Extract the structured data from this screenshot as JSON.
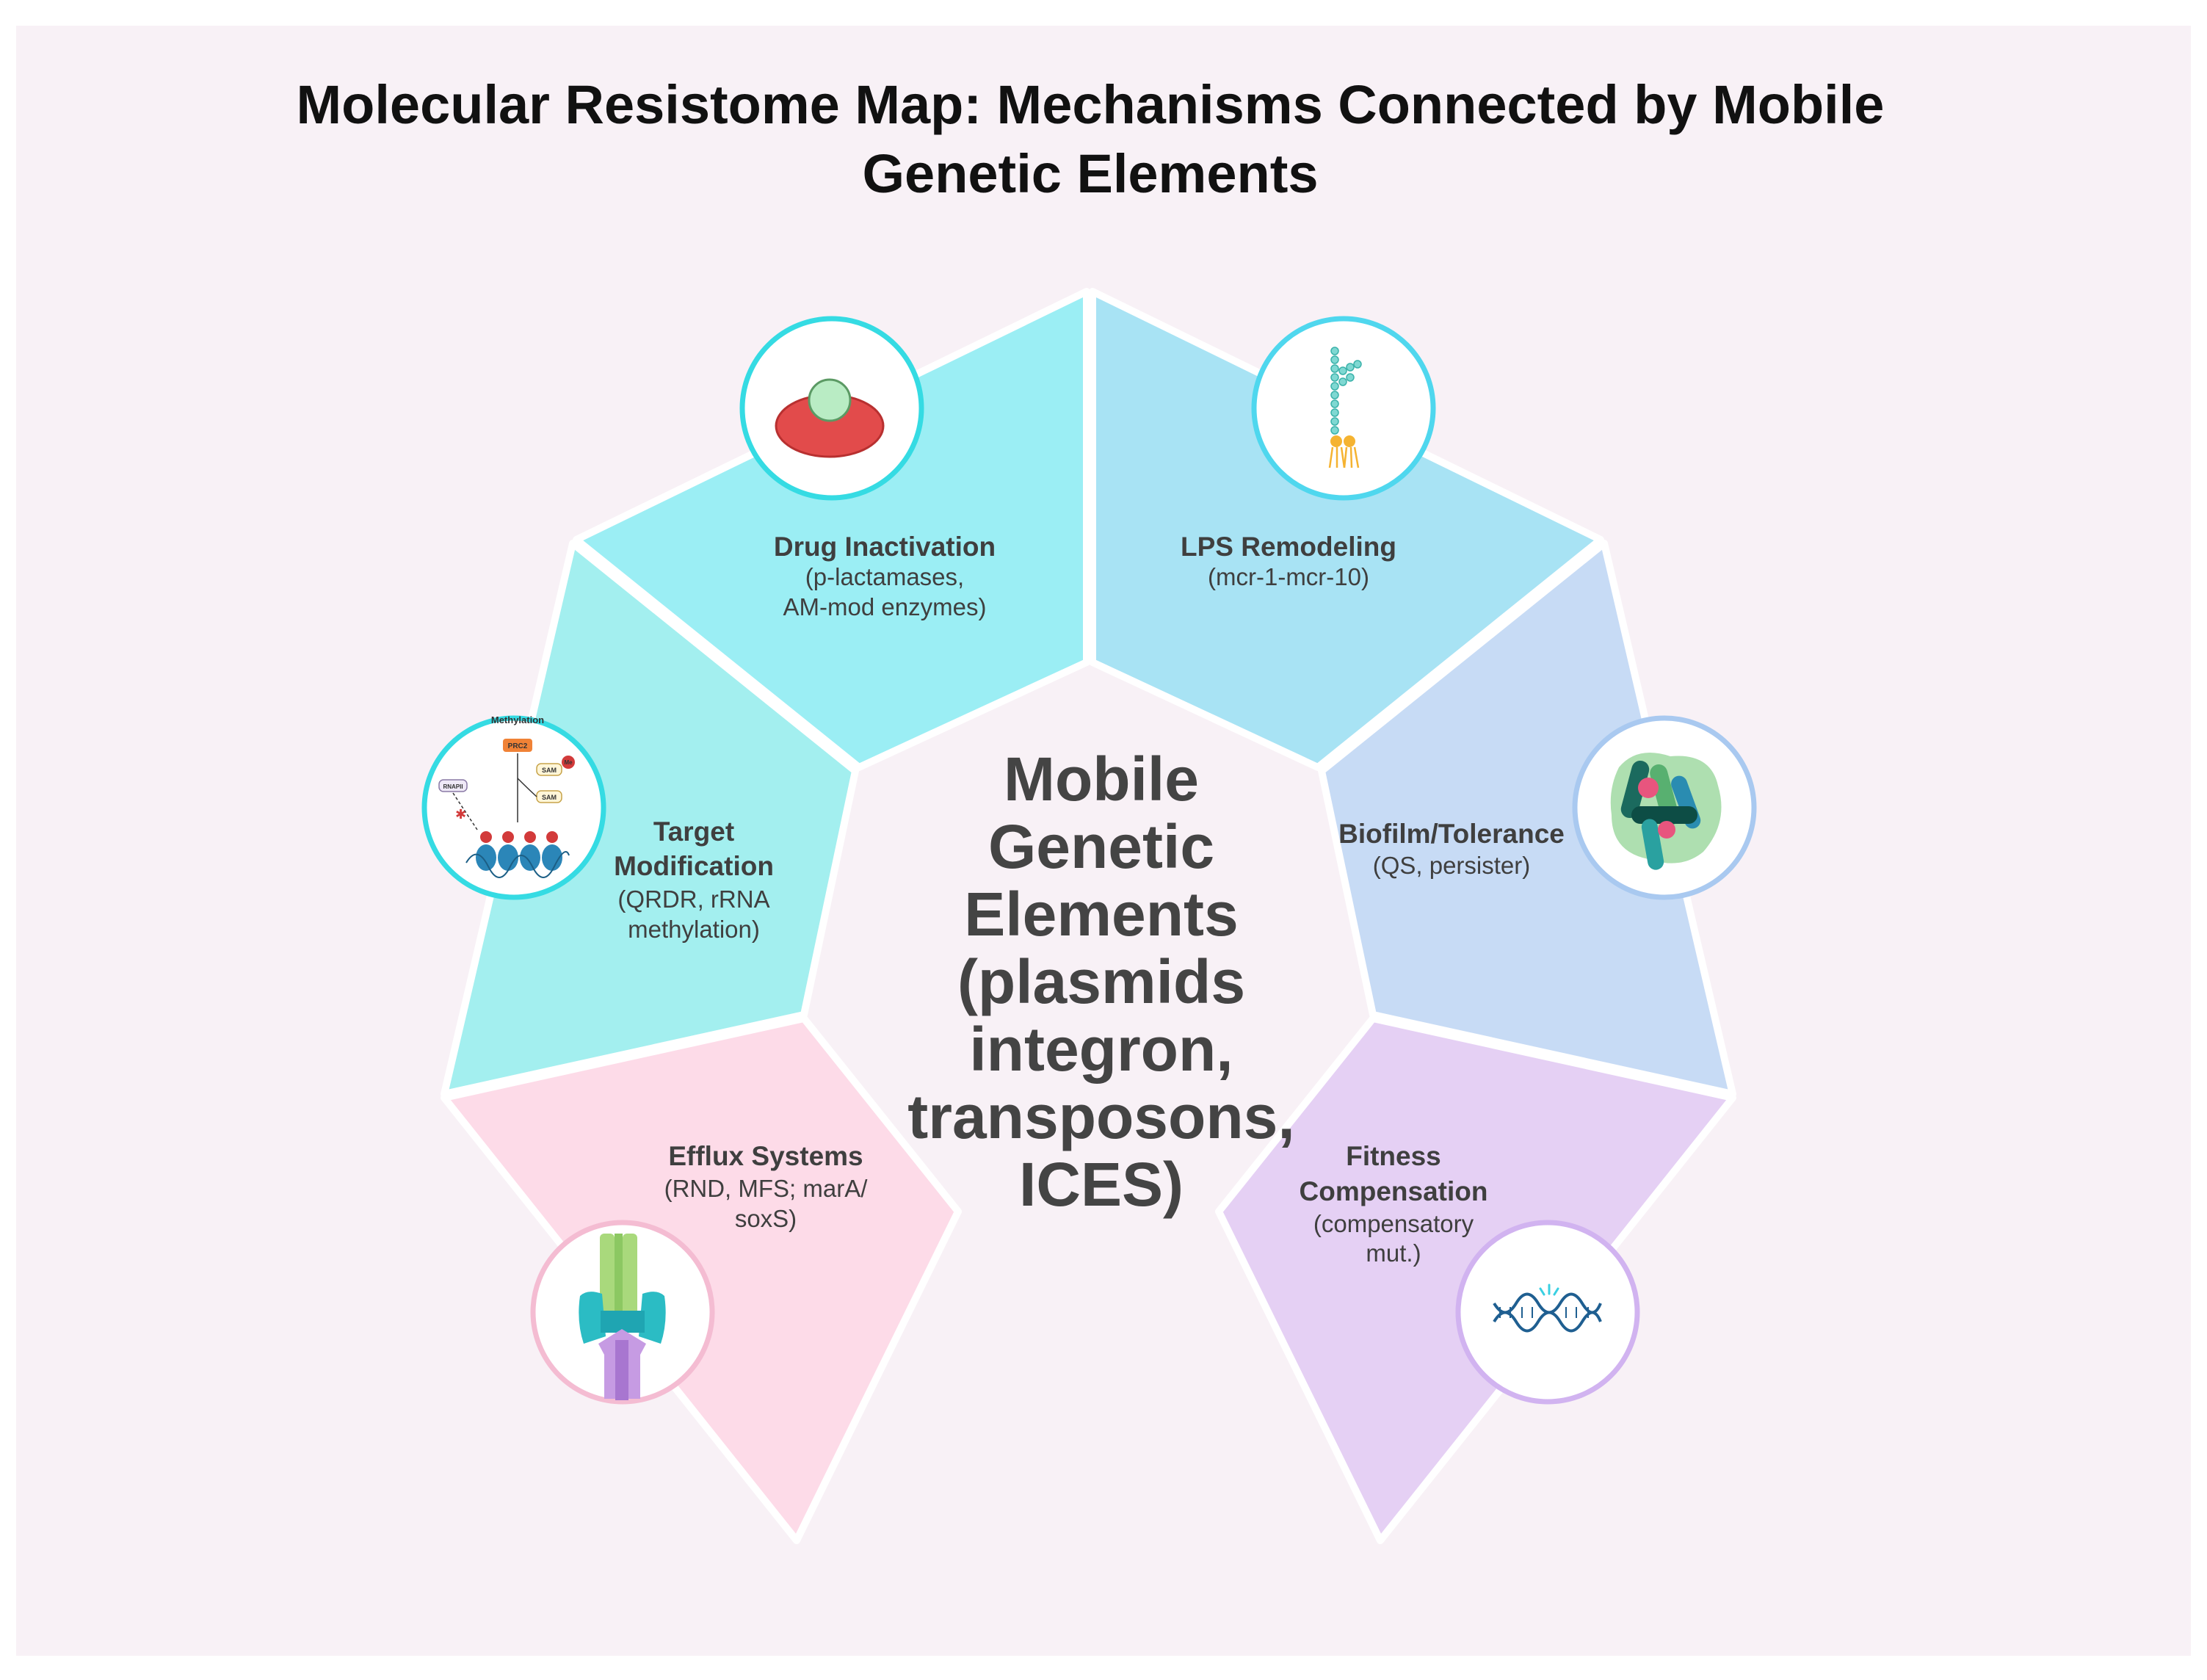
{
  "title": {
    "line1": "Molecular Resistome Map: Mechanisms Connected by Mobile",
    "line2": "Genetic Elements"
  },
  "center": {
    "lines": [
      "Mobile",
      "Genetic",
      "Elements",
      "(plasmids",
      "integron,",
      "transposons,",
      "ICES)"
    ]
  },
  "segments": {
    "drug_inactivation": {
      "title": [
        "Drug Inactivation"
      ],
      "sub": [
        "(p-lactamases,",
        "AM-mod enzymes)"
      ],
      "color": "#9beef4"
    },
    "lps_remodeling": {
      "title": [
        "LPS Remodeling"
      ],
      "sub": [
        "(mcr-1-mcr-10)"
      ],
      "color": "#a8e3f4"
    },
    "target_modification": {
      "title": [
        "Target",
        "Modification"
      ],
      "sub": [
        "(QRDR, rRNA",
        "methylation)"
      ],
      "color": "#a3efef"
    },
    "biofilm_tolerance": {
      "title": [
        "Biofilm/Tolerance"
      ],
      "sub": [
        "(QS, persister)"
      ],
      "color": "#c7dbf5"
    },
    "efflux_systems": {
      "title": [
        "Efflux Systems"
      ],
      "sub": [
        "(RND, MFS; marA/",
        "soxS)"
      ],
      "color": "#fddbe8"
    },
    "fitness_compensation": {
      "title": [
        "Fitness",
        "Compensation"
      ],
      "sub": [
        "(compensatory",
        "mut.)"
      ],
      "color": "#e5d0f4"
    }
  },
  "icon_labels": {
    "methylation": "Methylation",
    "prc2": "PRC2",
    "sam": "SAM",
    "me": "Me",
    "rnapii": "RNAPII"
  },
  "colors": {
    "background": "#f8f1f6",
    "border": "#ffffff",
    "drug_ring": "#35dbe3",
    "lps_ring": "#4fd7ee",
    "target_ring": "#35dbe3",
    "biofilm_ring": "#a9c9f0",
    "efflux_ring": "#f4bcd2",
    "fitness_ring": "#d1b3f0"
  },
  "icons": {
    "drug_inactivation": "enzyme-substrate-icon",
    "lps_remodeling": "lps-molecule-icon",
    "target_modification": "methylation-icon",
    "biofilm_tolerance": "biofilm-bacteria-icon",
    "efflux_systems": "efflux-pump-icon",
    "fitness_compensation": "dna-helix-icon"
  }
}
